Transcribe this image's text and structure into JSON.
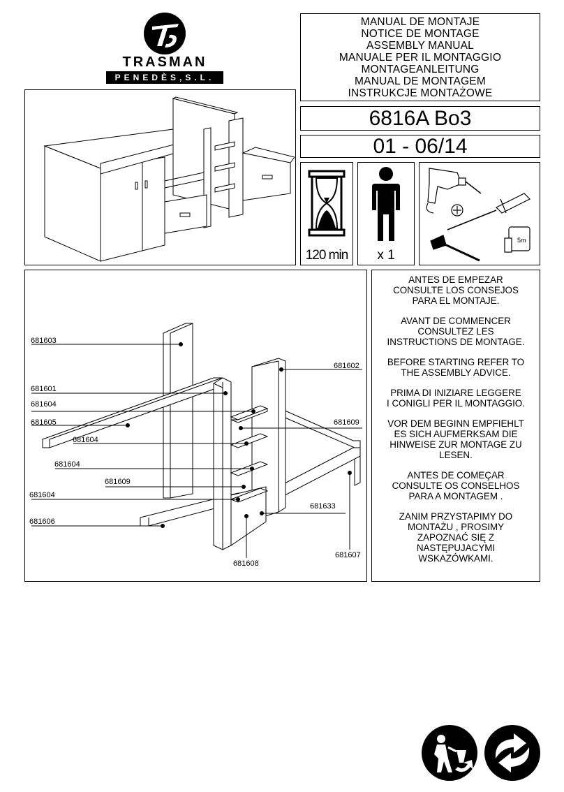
{
  "brand": {
    "name": "TRASMAN",
    "subname": "PENEDÈS,S.L."
  },
  "manual_titles": [
    "MANUAL DE MONTAJE",
    "NOTICE DE MONTAGE",
    "ASSEMBLY MANUAL",
    "MANUALE PER IL MONTAGGIO",
    "MONTAGEANLEITUNG",
    "MANUAL DE MONTAGEM",
    "INSTRUKCJE MONTAŻOWE"
  ],
  "model": "6816A Bo3",
  "version": "01 - 06/14",
  "time": "120 min",
  "persons": "x 1",
  "advice": [
    [
      "ANTES DE EMPEZAR",
      "CONSULTE LOS CONSEJOS",
      "PARA EL MONTAJE."
    ],
    [
      "AVANT DE COMMENCER",
      "CONSULTEZ LES",
      "INSTRUCTIONS DE MONTAGE."
    ],
    [
      "BEFORE STARTING REFER TO",
      "THE ASSEMBLY ADVICE."
    ],
    [
      "PRIMA DI INIZIARE LEGGERE",
      "I CONIGLI PER IL MONTAGGIO."
    ],
    [
      "VOR DEM BEGINN EMPFIEHLT",
      "ES SICH AUFMERKSAM DIE",
      "HINWEISE ZUR MONTAGE ZU",
      "LESEN."
    ],
    [
      "ANTES DE COMEÇAR",
      "CONSULTE OS CONSELHOS",
      "PARA A MONTAGEM ."
    ],
    [
      "ZANIM PRZYSTAPIMY DO",
      "MONTAŻU , PROSIMY",
      "ZAPOZNAĆ SIĘ Z",
      "NASTĘPUJACYMI",
      "WSKAZÓWKAMI."
    ]
  ],
  "parts": {
    "p681603": "681603",
    "p681601": "681601",
    "p681604a": "681604",
    "p681605": "681605",
    "p681604b": "681604",
    "p681604c": "681604",
    "p681609a": "681609",
    "p681604d": "681604",
    "p681606": "681606",
    "p681602": "681602",
    "p681609b": "681609",
    "p681633": "681633",
    "p681607": "681607",
    "p681608": "681608"
  }
}
